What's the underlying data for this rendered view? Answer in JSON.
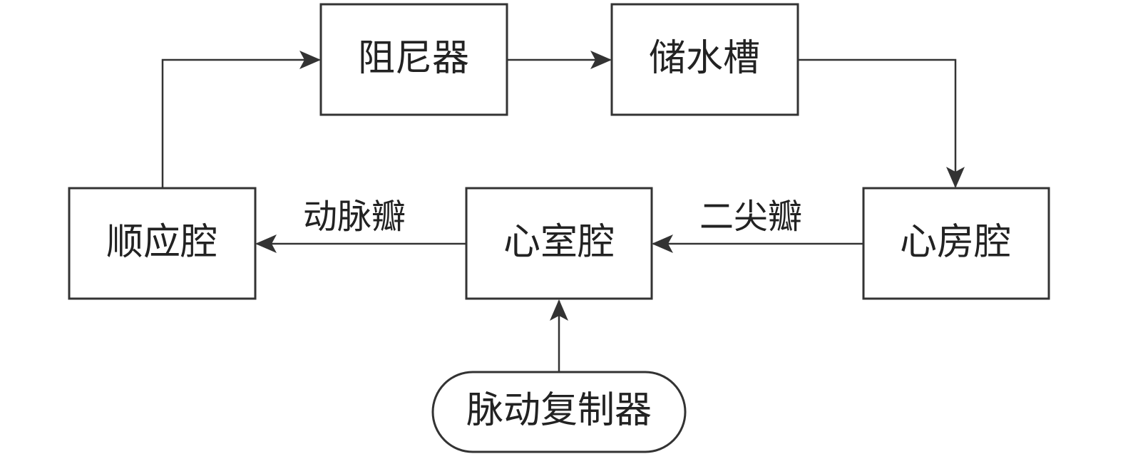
{
  "diagram": {
    "colors": {
      "stroke": "#333333",
      "text": "#222222",
      "background": "#ffffff"
    },
    "nodes": {
      "damper": "阻尼器",
      "reservoir": "储水槽",
      "compliance": "顺应腔",
      "ventricle": "心室腔",
      "atrium": "心房腔",
      "pulse_replicator": "脉动复制器"
    },
    "edges": [
      {
        "from": "compliance",
        "to": "damper",
        "label": ""
      },
      {
        "from": "damper",
        "to": "reservoir",
        "label": ""
      },
      {
        "from": "reservoir",
        "to": "atrium",
        "label": ""
      },
      {
        "from": "atrium",
        "to": "ventricle",
        "label": "二尖瓣"
      },
      {
        "from": "ventricle",
        "to": "compliance",
        "label": "动脉瓣"
      },
      {
        "from": "pulse_replicator",
        "to": "ventricle",
        "label": ""
      }
    ],
    "edge_labels": {
      "aortic_valve": "动脉瓣",
      "mitral_valve": "二尖瓣"
    }
  }
}
